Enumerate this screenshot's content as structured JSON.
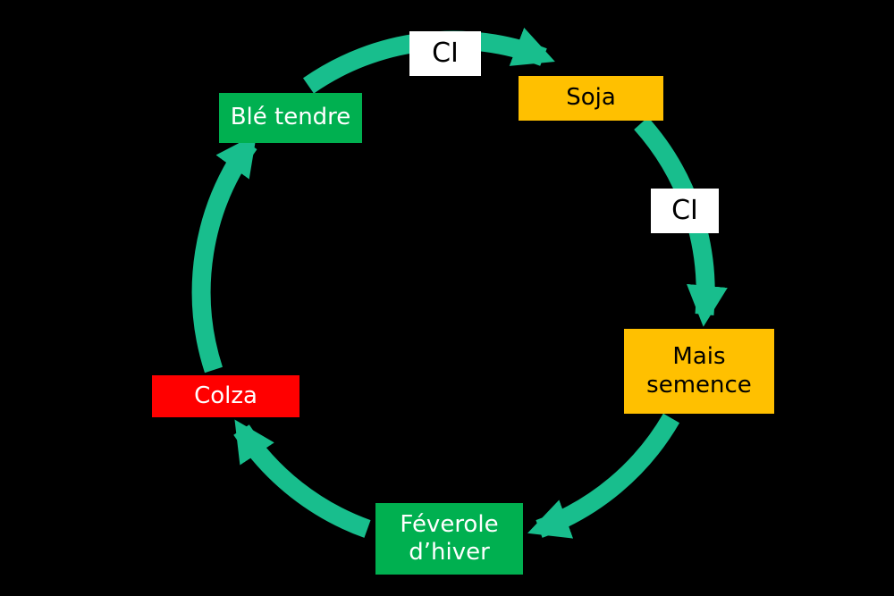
{
  "colors": {
    "background": "#000000",
    "arrow": "#18be8d",
    "green-box": "#00b050",
    "orange-box": "#ffc000",
    "red-box": "#ff0000",
    "white-box": "#ffffff",
    "text-light": "#ffffff",
    "text-dark": "#000000"
  },
  "diagram": {
    "type": "cycle",
    "nodes": {
      "ble_tendre": {
        "label": "Blé tendre",
        "box_color": "green"
      },
      "ci_top": {
        "label": "CI",
        "box_color": "white"
      },
      "soja": {
        "label": "Soja",
        "box_color": "orange"
      },
      "ci_right": {
        "label": "CI",
        "box_color": "white"
      },
      "mais_semence": {
        "label": "Mais semence",
        "box_color": "orange"
      },
      "feverole": {
        "label": "Féverole d’hiver",
        "box_color": "green"
      },
      "colza": {
        "label": "Colza",
        "box_color": "red"
      }
    },
    "edges": [
      {
        "from": "Blé tendre",
        "to": "Soja",
        "via": "CI"
      },
      {
        "from": "Soja",
        "to": "Mais semence",
        "via": "CI"
      },
      {
        "from": "Mais semence",
        "to": "Féverole d’hiver",
        "via": ""
      },
      {
        "from": "Féverole d’hiver",
        "to": "Colza",
        "via": ""
      },
      {
        "from": "Colza",
        "to": "Blé tendre",
        "via": ""
      }
    ]
  }
}
